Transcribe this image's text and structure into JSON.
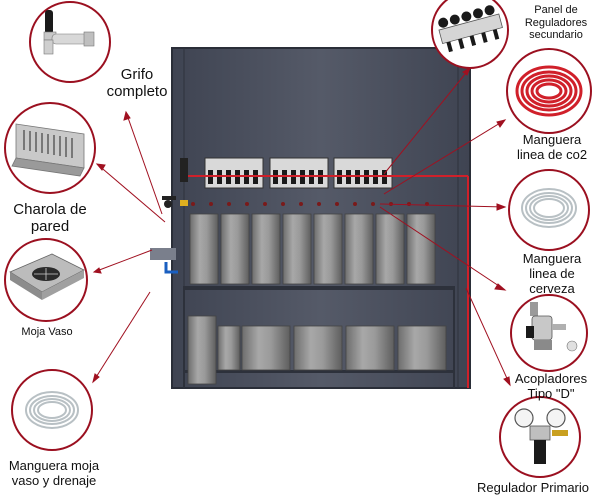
{
  "labels": {
    "grifo": "Grifo completo",
    "charola": "Charola de pared",
    "moja": "Moja Vaso",
    "manguera_moja": "Manguera moja vaso y drenaje",
    "panel": "Panel de Reguladores secundario",
    "co2": "Manguera linea de co2",
    "cerveza": "Manguera linea de cerveza",
    "acopladores": "Acopladores Tipo \"D\"",
    "regulador": "Regulador Primario"
  },
  "icons": {
    "grifo": "faucet-icon",
    "charola": "drip-tray-icon",
    "moja": "glass-rinser-icon",
    "manguera_moja": "clear-hose-coil-icon",
    "panel": "regulator-panel-icon",
    "co2": "red-hose-coil-icon",
    "cerveza": "clear-hose-coil-icon",
    "acopladores": "coupler-icon",
    "regulador": "primary-regulator-icon"
  },
  "colors": {
    "leader": "#a01020",
    "circle_border": "#9b1020",
    "cabinet": "#4a4f5c",
    "keg": "#8c8c8c",
    "co2_line": "#d0202a"
  }
}
